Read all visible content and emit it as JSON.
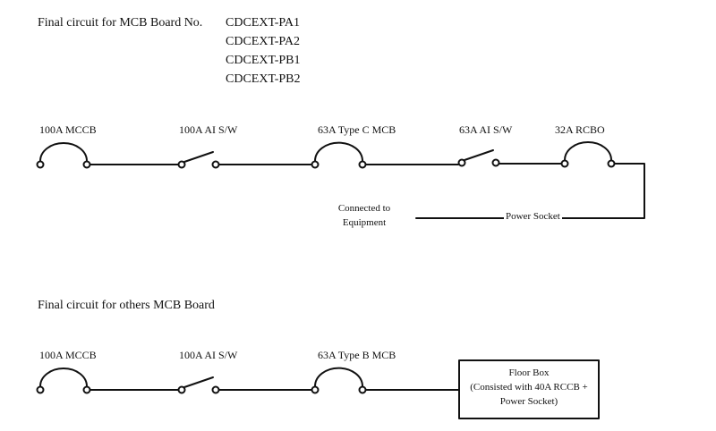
{
  "diagram": {
    "section1": {
      "title": "Final circuit for MCB Board No.",
      "board_codes": [
        "CDCEXT-PA1",
        "CDCEXT-PA2",
        "CDCEXT-PB1",
        "CDCEXT-PB2"
      ],
      "devices": [
        {
          "label": "100A MCCB",
          "symbol": "breaker"
        },
        {
          "label": "100A AI S/W",
          "symbol": "switch"
        },
        {
          "label": "63A Type C MCB",
          "symbol": "breaker"
        },
        {
          "label": "63A AI S/W",
          "symbol": "switch"
        },
        {
          "label": "32A RCBO",
          "symbol": "breaker"
        }
      ],
      "load_label": "Power Socket",
      "equipment_label_line1": "Connected to",
      "equipment_label_line2": "Equipment"
    },
    "section2": {
      "title": "Final circuit for others MCB Board",
      "devices": [
        {
          "label": "100A MCCB",
          "symbol": "breaker"
        },
        {
          "label": "100A AI S/W",
          "symbol": "switch"
        },
        {
          "label": "63A Type B MCB",
          "symbol": "breaker"
        }
      ],
      "box_line1": "Floor Box",
      "box_line2": "(Consisted with 40A RCCB +",
      "box_line3": "Power Socket)"
    }
  },
  "colors": {
    "line": "#111111",
    "background": "#ffffff"
  }
}
